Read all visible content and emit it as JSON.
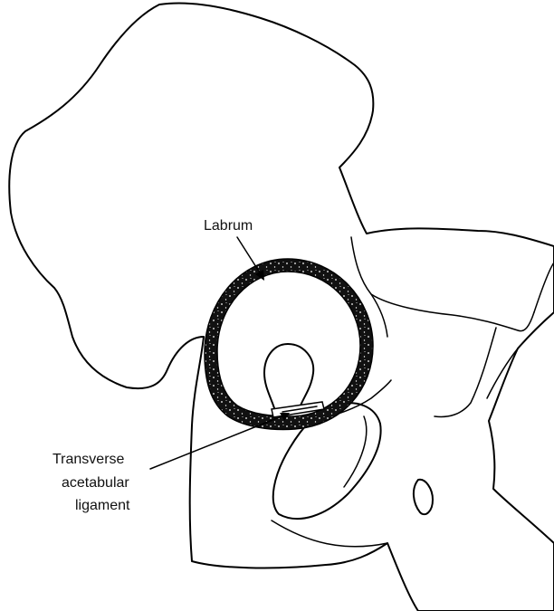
{
  "figure": {
    "labels": {
      "labrum": "Labrum",
      "transverse_line1": "Transverse",
      "transverse_line2": "acetabular",
      "transverse_line3": "ligament"
    },
    "colors": {
      "stroke": "#000000",
      "background": "#ffffff",
      "labrum_fill": "#111111"
    }
  }
}
